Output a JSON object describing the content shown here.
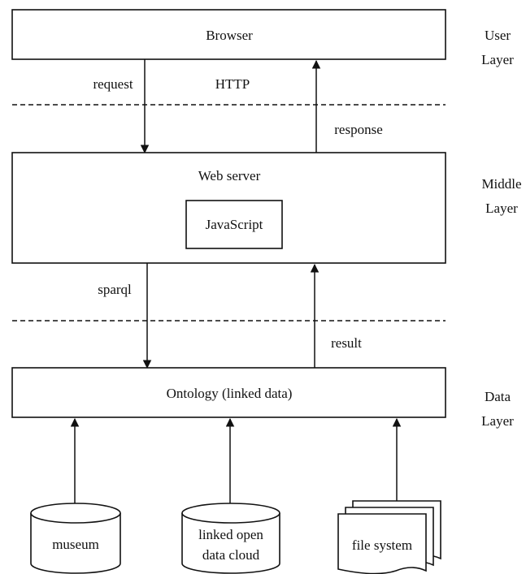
{
  "layers": {
    "user": [
      "User",
      "Layer"
    ],
    "middle": [
      "Middle",
      "Layer"
    ],
    "data": [
      "Data",
      "Layer"
    ]
  },
  "nodes": {
    "browser": "Browser",
    "web_server": "Web server",
    "javascript": "JavaScript",
    "ontology": "Ontology (linked data)"
  },
  "edges": {
    "request": "request",
    "http": "HTTP",
    "response": "response",
    "sparql": "sparql",
    "result": "result"
  },
  "sources": {
    "museum": [
      "museum"
    ],
    "lod": [
      "linked open",
      "data cloud"
    ],
    "fs": [
      "file system"
    ]
  },
  "colors": {
    "ink": "#111111",
    "background": "#ffffff"
  }
}
